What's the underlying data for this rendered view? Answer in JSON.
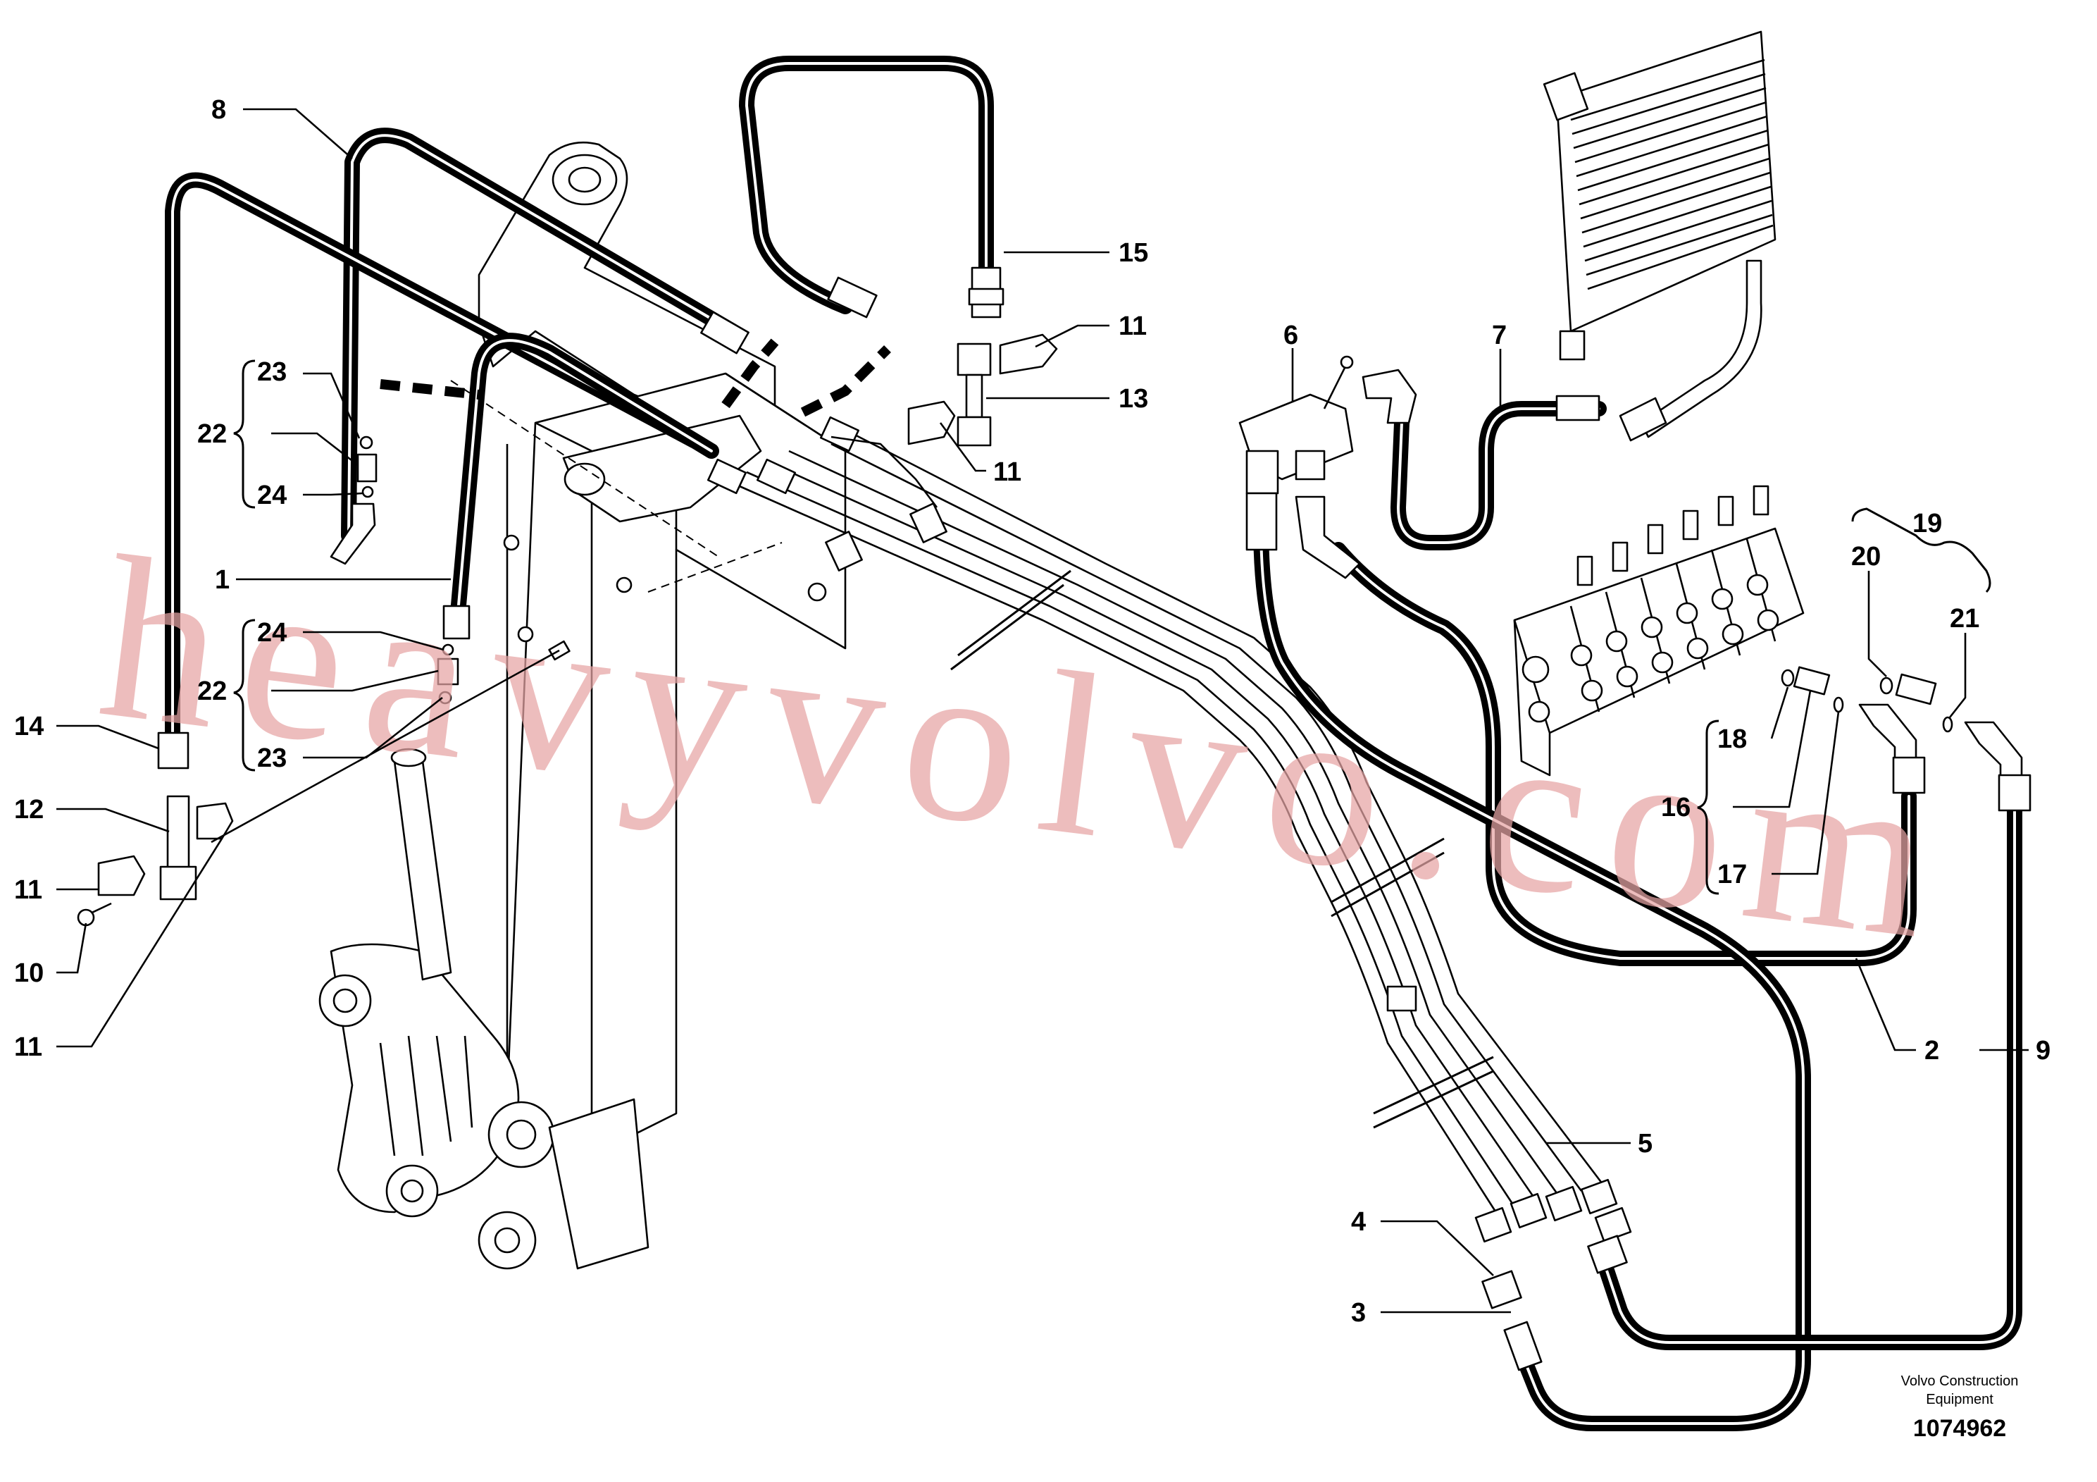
{
  "callouts": {
    "c1": "1",
    "c2": "2",
    "c3": "3",
    "c4": "4",
    "c5": "5",
    "c6": "6",
    "c7": "7",
    "c8": "8",
    "c9": "9",
    "c10": "10",
    "c11a": "11",
    "c11b": "11",
    "c11c": "11",
    "c11d": "11",
    "c12": "12",
    "c13": "13",
    "c14": "14",
    "c15": "15",
    "c16": "16",
    "c17": "17",
    "c18": "18",
    "c19": "19",
    "c20": "20",
    "c21": "21",
    "c22a": "22",
    "c22b": "22",
    "c23a": "23",
    "c23b": "23",
    "c24a": "24",
    "c24b": "24"
  },
  "watermark": {
    "text": "heavyvolvo.com",
    "color": "#e7a5a5"
  },
  "footer": {
    "brand_line1": "Volvo Construction",
    "brand_line2": "Equipment",
    "part_number": "1074962"
  }
}
